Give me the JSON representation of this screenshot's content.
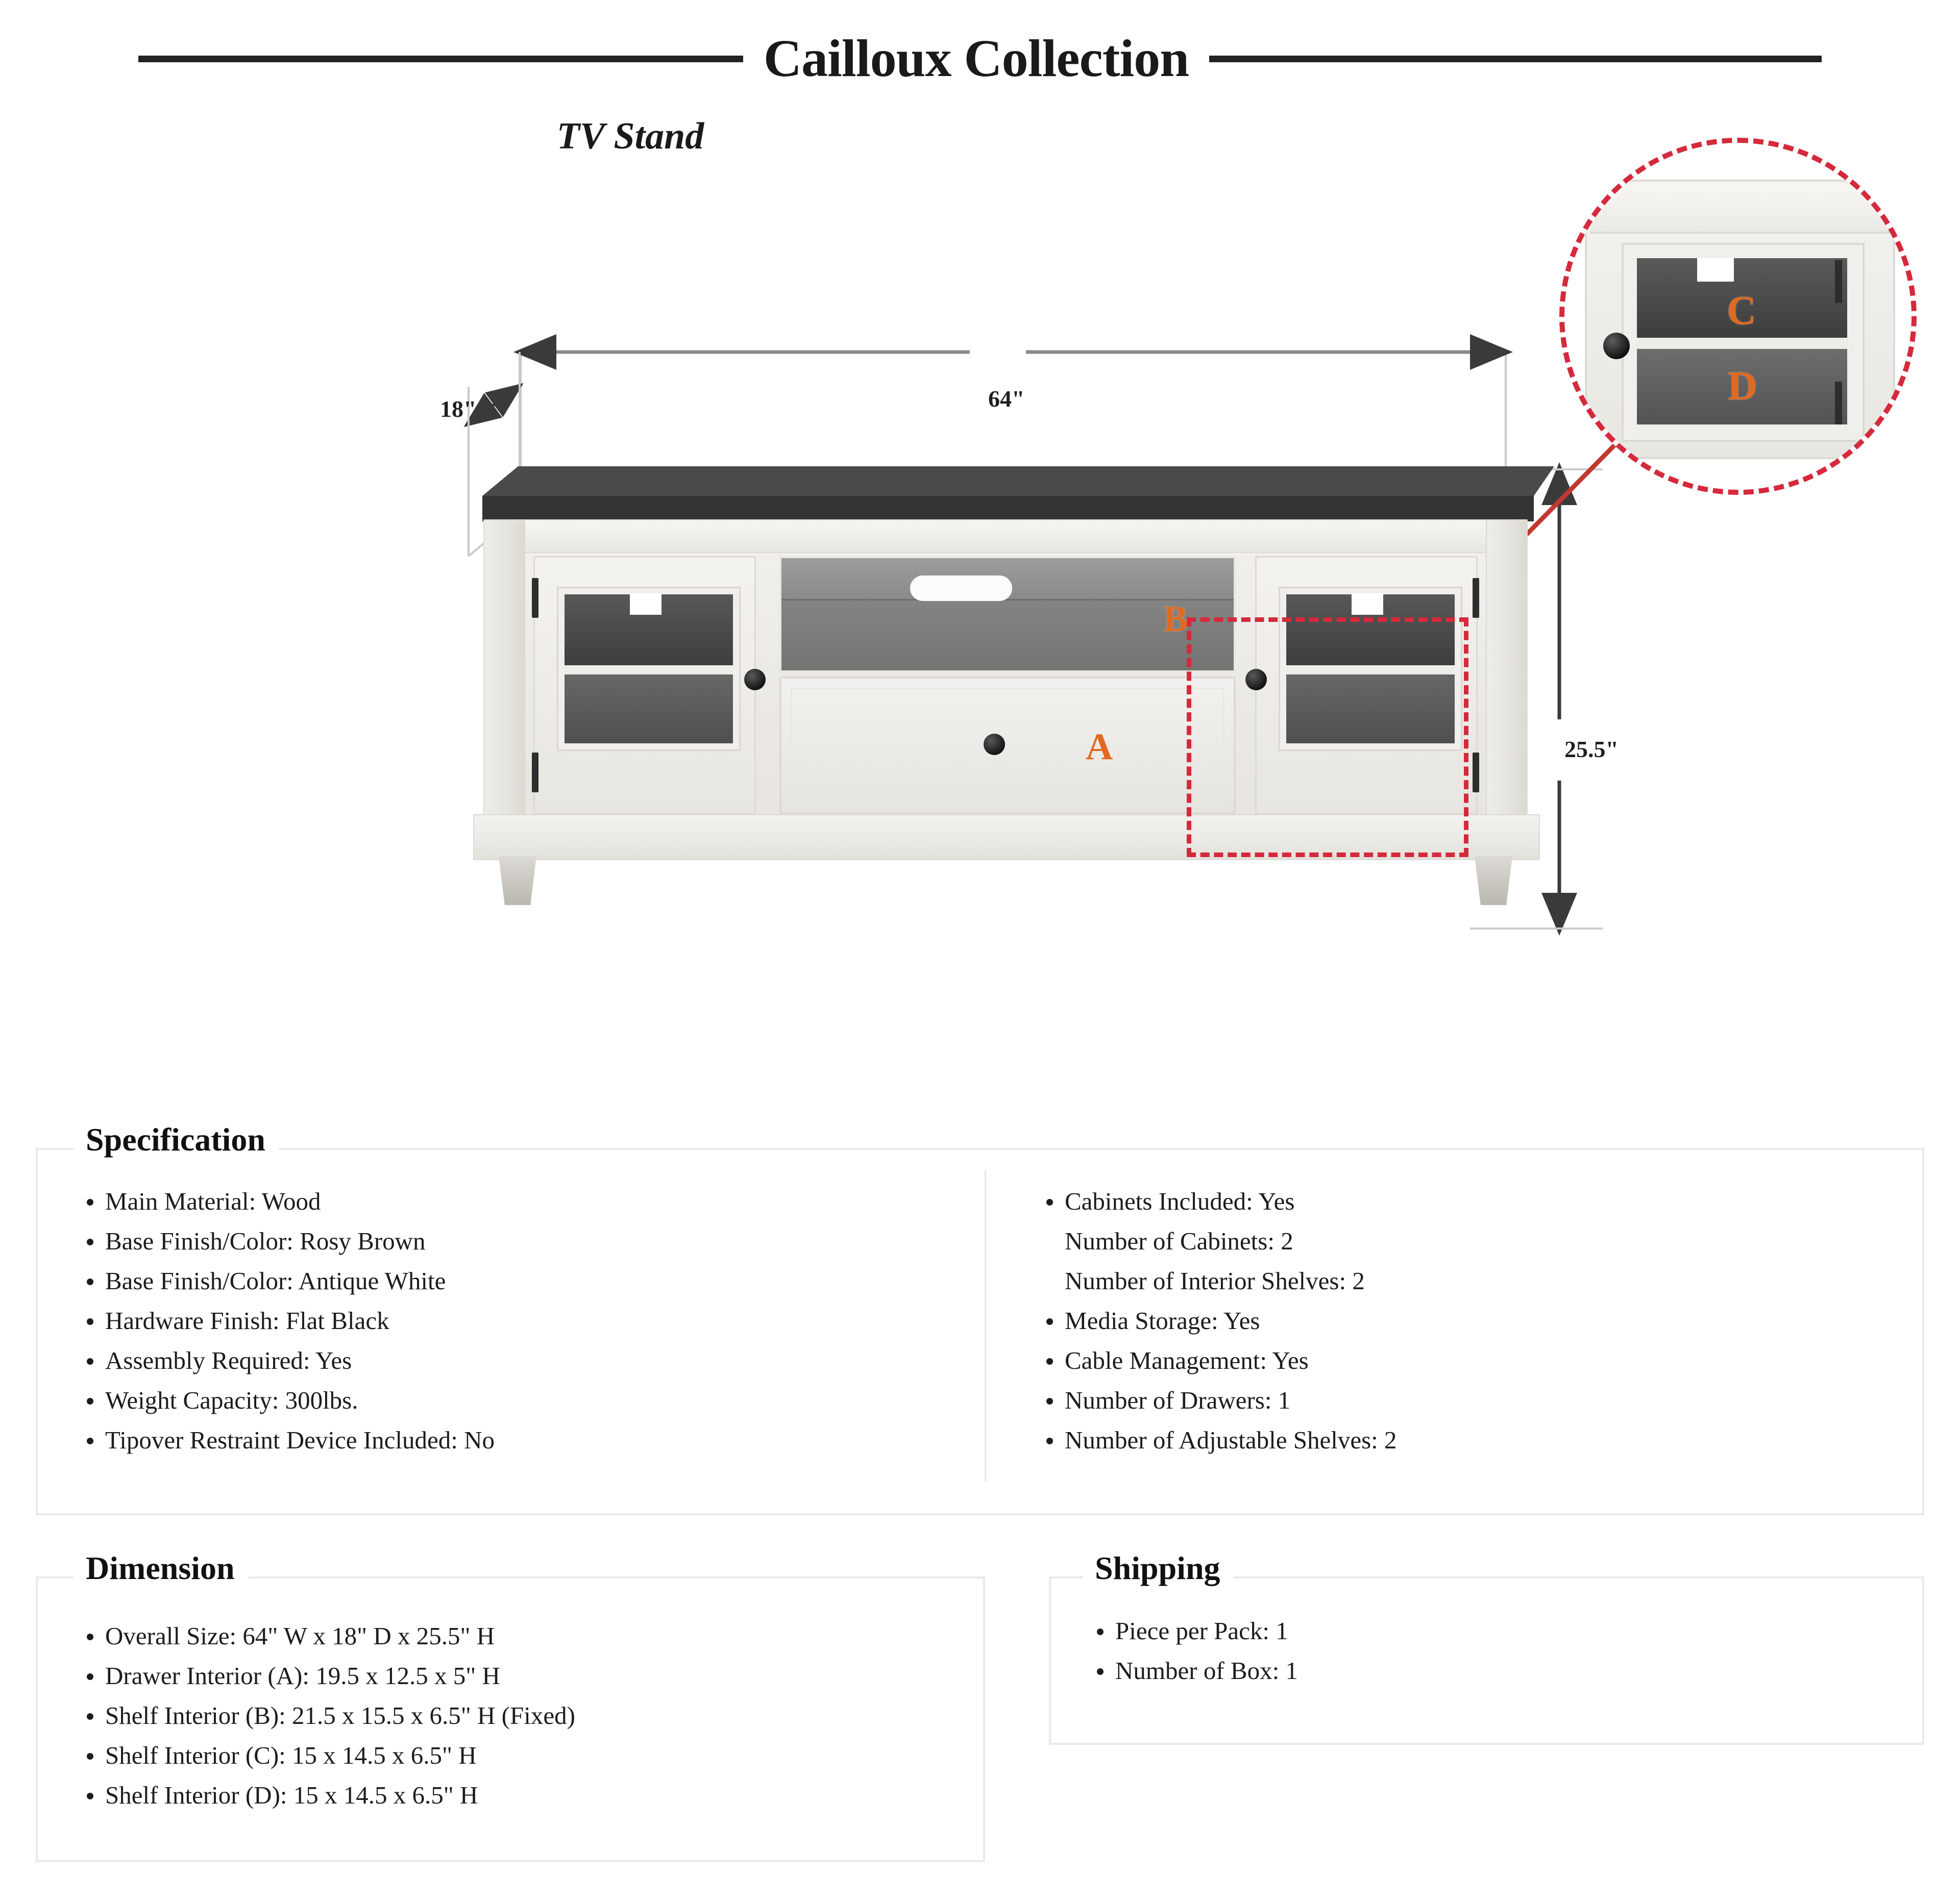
{
  "header": {
    "title": "Cailloux Collection",
    "subtitle": "TV Stand"
  },
  "illustration": {
    "dimension_callouts": {
      "width": "64\"",
      "depth": "18\"",
      "height": "25.5\""
    },
    "part_labels": {
      "drawer": "A",
      "open_shelf": "B",
      "cabinet_upper_shelf": "C",
      "cabinet_lower_shelf": "D"
    },
    "highlight_color": "#d5293c",
    "part_label_color": "#e0691f"
  },
  "specification": {
    "heading": "Specification",
    "left_items": [
      {
        "text": "Main Material: Wood",
        "bulleted": true
      },
      {
        "text": "Base Finish/Color: Rosy Brown",
        "bulleted": true
      },
      {
        "text": "Base Finish/Color: Antique White",
        "bulleted": true
      },
      {
        "text": "Hardware Finish: Flat Black",
        "bulleted": true
      },
      {
        "text": "Assembly Required: Yes",
        "bulleted": true
      },
      {
        "text": "Weight Capacity: 300lbs.",
        "bulleted": true
      },
      {
        "text": "Tipover Restraint Device Included: No",
        "bulleted": true
      }
    ],
    "right_items": [
      {
        "text": "Cabinets Included: Yes",
        "bulleted": true
      },
      {
        "text": "Number of Cabinets: 2",
        "bulleted": false
      },
      {
        "text": "Number of Interior Shelves: 2",
        "bulleted": false
      },
      {
        "text": "Media Storage: Yes",
        "bulleted": true
      },
      {
        "text": "Cable Management: Yes",
        "bulleted": true
      },
      {
        "text": "Number of Drawers: 1",
        "bulleted": true
      },
      {
        "text": "Number of  Adjustable Shelves: 2",
        "bulleted": true
      }
    ]
  },
  "dimension": {
    "heading": "Dimension",
    "items": [
      {
        "text": "Overall Size: 64\" W x 18\" D x 25.5\" H",
        "bulleted": true
      },
      {
        "text": "Drawer Interior (A): 19.5 x 12.5 x 5\" H",
        "bulleted": true
      },
      {
        "text": "Shelf Interior (B): 21.5 x 15.5 x 6.5\" H (Fixed)",
        "bulleted": true
      },
      {
        "text": "Shelf Interior (C): 15 x 14.5 x 6.5\" H",
        "bulleted": true
      },
      {
        "text": "Shelf Interior (D): 15 x 14.5 x 6.5\" H",
        "bulleted": true
      }
    ]
  },
  "shipping": {
    "heading": "Shipping",
    "items": [
      {
        "text": "Piece per Pack: 1",
        "bulleted": true
      },
      {
        "text": "Number of Box: 1",
        "bulleted": true
      }
    ]
  }
}
